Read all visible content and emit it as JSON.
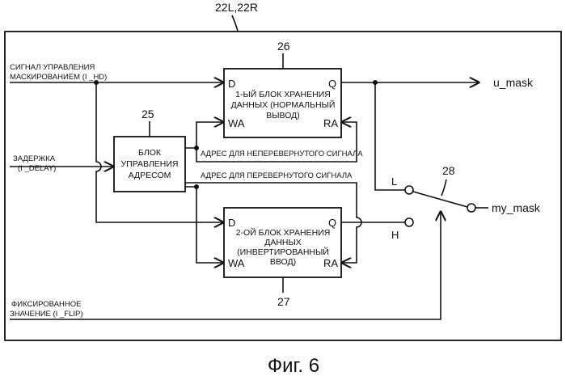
{
  "figure": {
    "ref_label": "22L,22R",
    "caption": "Фиг. 6"
  },
  "inputs": {
    "mask_control": [
      "СИГНАЛ УПРАВЛЕНИЯ",
      "МАСКИРОВАНИЕМ (I _HD)"
    ],
    "delay": [
      "ЗАДЕРЖКА",
      "(I _DELAY)"
    ],
    "fixed_value": [
      "ФИКСИРОВАННОЕ",
      "ЗНАЧЕНИЕ (I _FLIP)"
    ]
  },
  "blocks": {
    "address_control": {
      "number": "25",
      "lines": [
        "БЛОК",
        "УПРАВЛЕНИЯ",
        "АДРЕСОМ"
      ]
    },
    "storage_1": {
      "number": "26",
      "lines": [
        "1-ЫЙ БЛОК ХРАНЕНИЯ",
        "ДАННЫХ (НОРМАЛЬНЫЙ",
        "ВЫВОД)"
      ],
      "ports": {
        "d": "D",
        "q": "Q",
        "wa": "WA",
        "ra": "RA"
      }
    },
    "storage_2": {
      "number": "27",
      "lines": [
        "2-ОЙ БЛОК ХРАНЕНИЯ",
        "ДАННЫХ",
        "(ИНВЕРТИРОВАННЫЙ",
        "ВВОД)"
      ],
      "ports": {
        "d": "D",
        "q": "Q",
        "wa": "WA",
        "ra": "RA"
      }
    }
  },
  "address_labels": {
    "non_inverted": "АДРЕС ДЛЯ НЕПЕРЕВЕРНУТОГО СИГНАЛА",
    "inverted": "АДРЕС ДЛЯ ПЕРЕВЕРНУТОГО СИГНАЛА"
  },
  "switch": {
    "number": "28",
    "contact_low": "L",
    "contact_high": "H"
  },
  "outputs": {
    "u_mask": "u_mask",
    "my_mask": "my_mask"
  }
}
